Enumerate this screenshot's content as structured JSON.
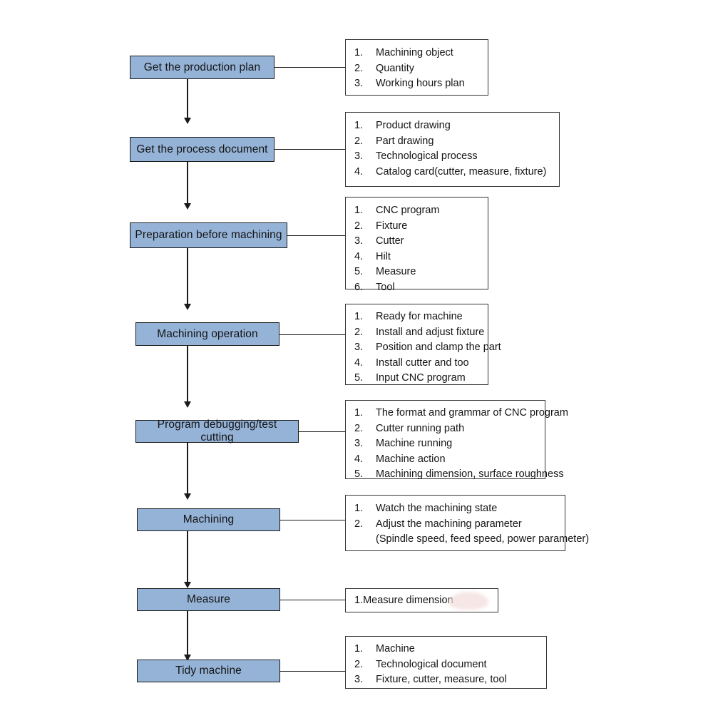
{
  "diagram": {
    "title": "CNC machining workflow flowchart",
    "accent_color": "#95b3d7",
    "border_color": "#1a1a1a",
    "background_color": "#ffffff"
  },
  "stages": [
    {
      "id": "get-production-plan",
      "label": "Get the production plan"
    },
    {
      "id": "get-process-document",
      "label": "Get  the  process  document"
    },
    {
      "id": "preparation-before-machining",
      "label": "Preparation before machining"
    },
    {
      "id": "machining-operation",
      "label": "Machining operation"
    },
    {
      "id": "program-debugging",
      "label": "Program debugging/test cutting"
    },
    {
      "id": "machining",
      "label": "Machining"
    },
    {
      "id": "measure",
      "label": "Measure"
    },
    {
      "id": "tidy-machine",
      "label": "Tidy machine"
    }
  ],
  "details": [
    {
      "id": "details-production-plan",
      "style": "numbered",
      "items": [
        {
          "num": "1.",
          "text": "Machining object"
        },
        {
          "num": "2.",
          "text": "Quantity"
        },
        {
          "num": "3.",
          "text": "Working hours plan"
        }
      ]
    },
    {
      "id": "details-process-document",
      "style": "numbered",
      "items": [
        {
          "num": "1.",
          "text": "Product drawing"
        },
        {
          "num": "2.",
          "text": "Part drawing"
        },
        {
          "num": "3.",
          "text": "Technological process"
        },
        {
          "num": "4.",
          "text": "Catalog card(cutter, measure, fixture)"
        }
      ]
    },
    {
      "id": "details-preparation",
      "style": "numbered",
      "items": [
        {
          "num": "1.",
          "text": "CNC program"
        },
        {
          "num": "2.",
          "text": "Fixture"
        },
        {
          "num": "3.",
          "text": "Cutter"
        },
        {
          "num": "4.",
          "text": "Hilt"
        },
        {
          "num": "5.",
          "text": "Measure"
        },
        {
          "num": "6.",
          "text": "Tool"
        }
      ]
    },
    {
      "id": "details-machining-operation",
      "style": "numbered",
      "items": [
        {
          "num": "1.",
          "text": "Ready for machine"
        },
        {
          "num": "2.",
          "text": "Install and adjust fixture"
        },
        {
          "num": "3.",
          "text": "Position and clamp the part"
        },
        {
          "num": "4.",
          "text": "Install cutter and too"
        },
        {
          "num": "5.",
          "text": "Input CNC program"
        }
      ]
    },
    {
      "id": "details-program-debugging",
      "style": "numbered",
      "items": [
        {
          "num": "1.",
          "text": "The format and grammar of CNC program"
        },
        {
          "num": "2.",
          "text": "Cutter running path"
        },
        {
          "num": "3.",
          "text": "Machine running"
        },
        {
          "num": "4.",
          "text": "Machine action"
        },
        {
          "num": "5.",
          "text": "Machining dimension, surface roughness"
        }
      ]
    },
    {
      "id": "details-machining",
      "style": "numbered",
      "items": [
        {
          "num": "1.",
          "text": "Watch the machining state"
        },
        {
          "num": "2.",
          "text": "Adjust the machining parameter"
        },
        {
          "num": "",
          "text": "(Spindle speed, feed speed, power parameter)",
          "continuation": true
        }
      ]
    },
    {
      "id": "details-measure",
      "style": "plain",
      "lines": [
        "1.Measure dimension"
      ]
    },
    {
      "id": "details-tidy-machine",
      "style": "numbered",
      "items": [
        {
          "num": "1.",
          "text": "Machine"
        },
        {
          "num": "2.",
          "text": "Technological document"
        },
        {
          "num": "3.",
          "text": "Fixture, cutter, measure, tool"
        }
      ]
    }
  ]
}
